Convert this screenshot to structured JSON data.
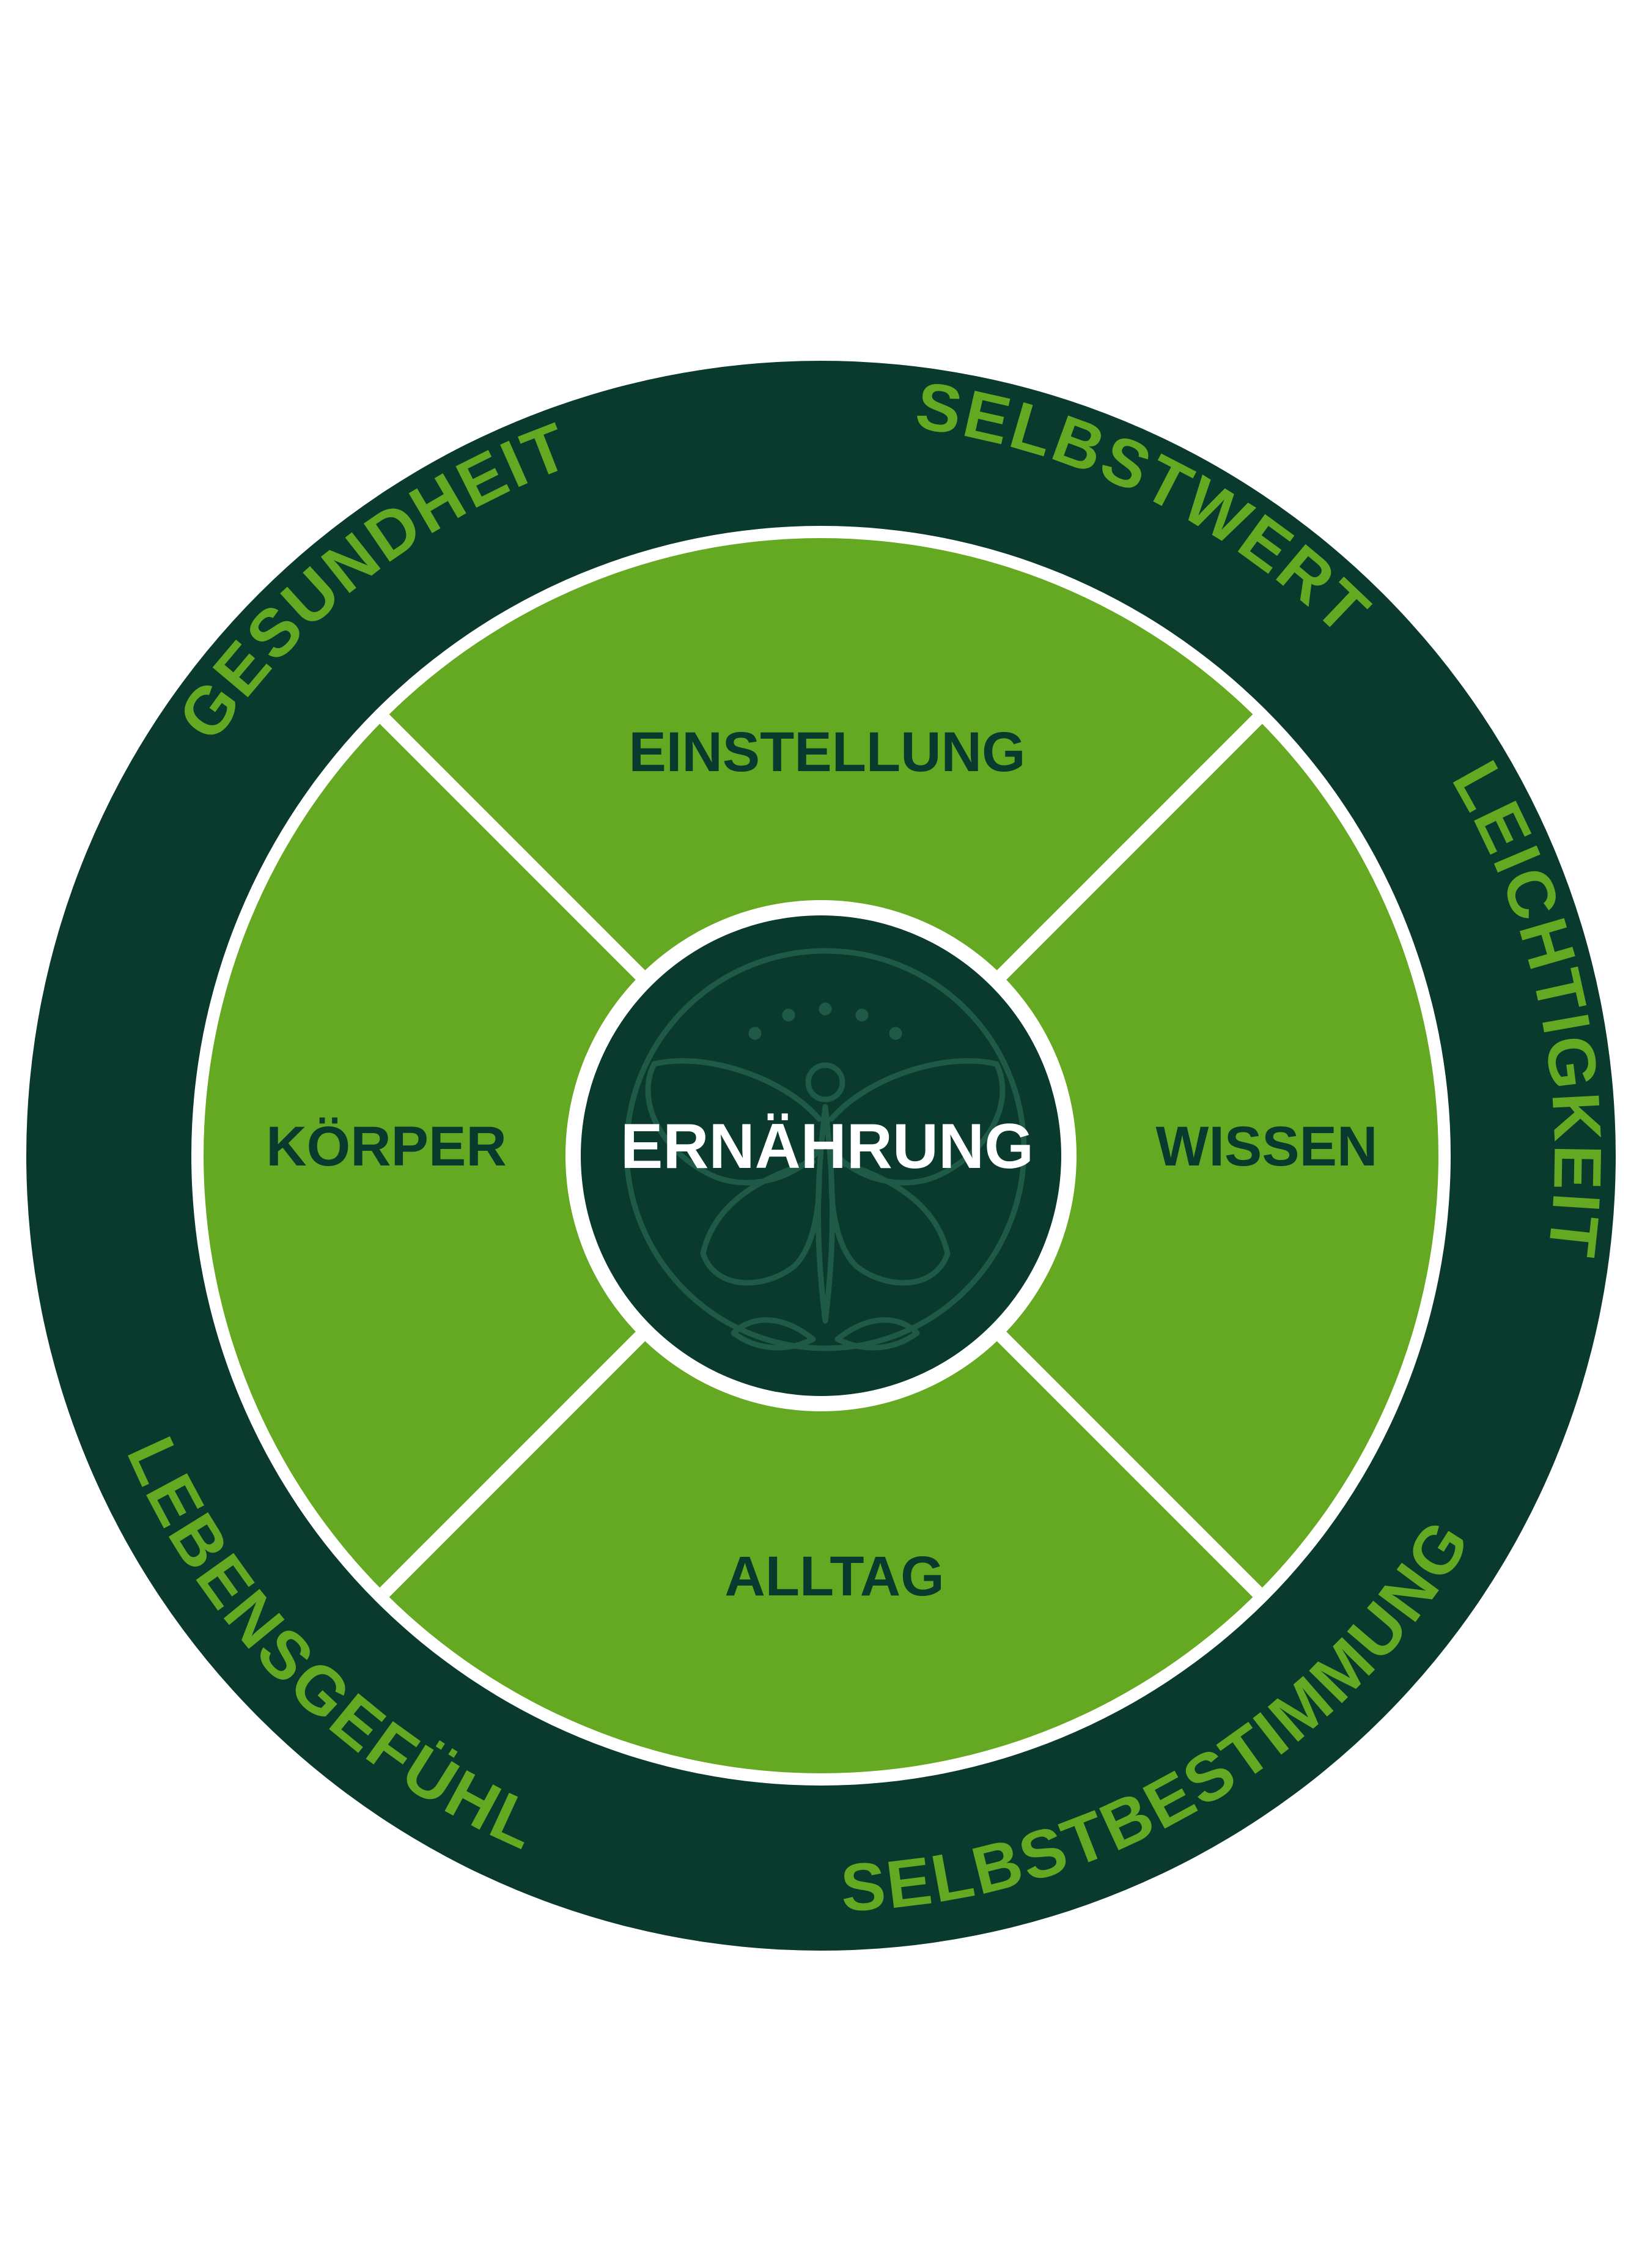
{
  "colors": {
    "background": "#ffffff",
    "outer_ring": "#0a3a2e",
    "inner_field": "#65a821",
    "divider": "#ffffff",
    "segment_text": "#0a3a2e",
    "ring_text": "#65a821",
    "center_fill": "#0a3a2e",
    "center_text": "#ffffff",
    "logo_line": "#1f5a47"
  },
  "center": {
    "label": "ERNÄHRUNG",
    "logo_icon": "butterfly-figure-icon"
  },
  "segments": {
    "top": "EINSTELLUNG",
    "left": "KÖRPER",
    "right": "WISSEN",
    "bottom": "ALLTAG"
  },
  "ring_words": {
    "top": "SELBSTWERT",
    "upper_left": "GESUNDHEIT",
    "upper_right": "LEICHTIGKEIT",
    "lower_left": "LEBENSGEFÜHL",
    "lower_right": "SELBSTBESTIMMUNG"
  }
}
